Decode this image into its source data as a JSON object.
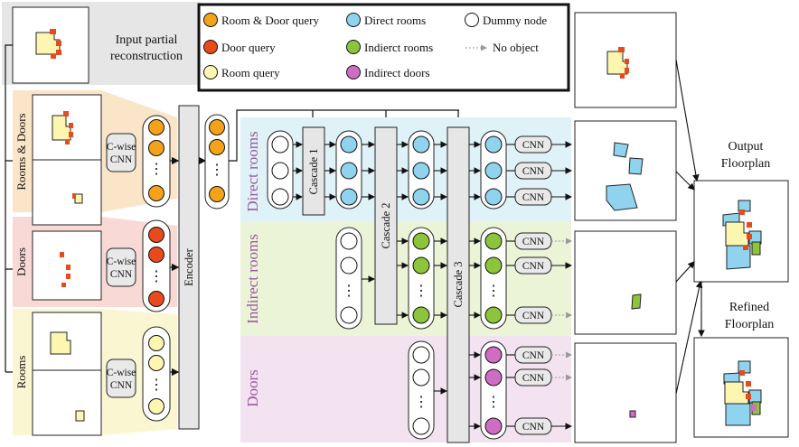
{
  "input_title": [
    "Input partial",
    "reconstruction"
  ],
  "legend": {
    "room_door_query": "Room & Door query",
    "door_query": "Door query",
    "room_query": "Room query",
    "direct_rooms": "Direct rooms",
    "indirect_rooms": "Indierct rooms",
    "indirect_doors": "Indirect doors",
    "dummy_node": "Dummy node",
    "no_object": "No object"
  },
  "left_labels": {
    "rooms_doors": "Rooms & Doors",
    "doors": "Doors",
    "rooms": "Rooms"
  },
  "cwise_cnn": [
    "C-wise",
    "CNN"
  ],
  "encoder": "Encoder",
  "sections": {
    "direct": "Direct rooms",
    "indirect": "Indirect rooms",
    "doors": "Doors"
  },
  "cascades": [
    "Cascade 1",
    "Cascade 2",
    "Cascade 3"
  ],
  "cnn": "CNN",
  "output_title": [
    "Output",
    "Floorplan"
  ],
  "refined_title": [
    "Refined",
    "Floorplan"
  ],
  "colors": {
    "orange": "#f5a21b",
    "red": "#e84a1e",
    "light_yellow": "#fdf6b0",
    "blue": "#8fd3ef",
    "green": "#8cc43c",
    "pink": "#cf6cc4",
    "band_direct": "#dff2f8",
    "band_indirect": "#ecf4d8",
    "band_doors": "#f3e2f0",
    "band_room_door": "#fbe5c9",
    "band_door": "#f8d9d6",
    "band_room": "#fbf6d2"
  }
}
